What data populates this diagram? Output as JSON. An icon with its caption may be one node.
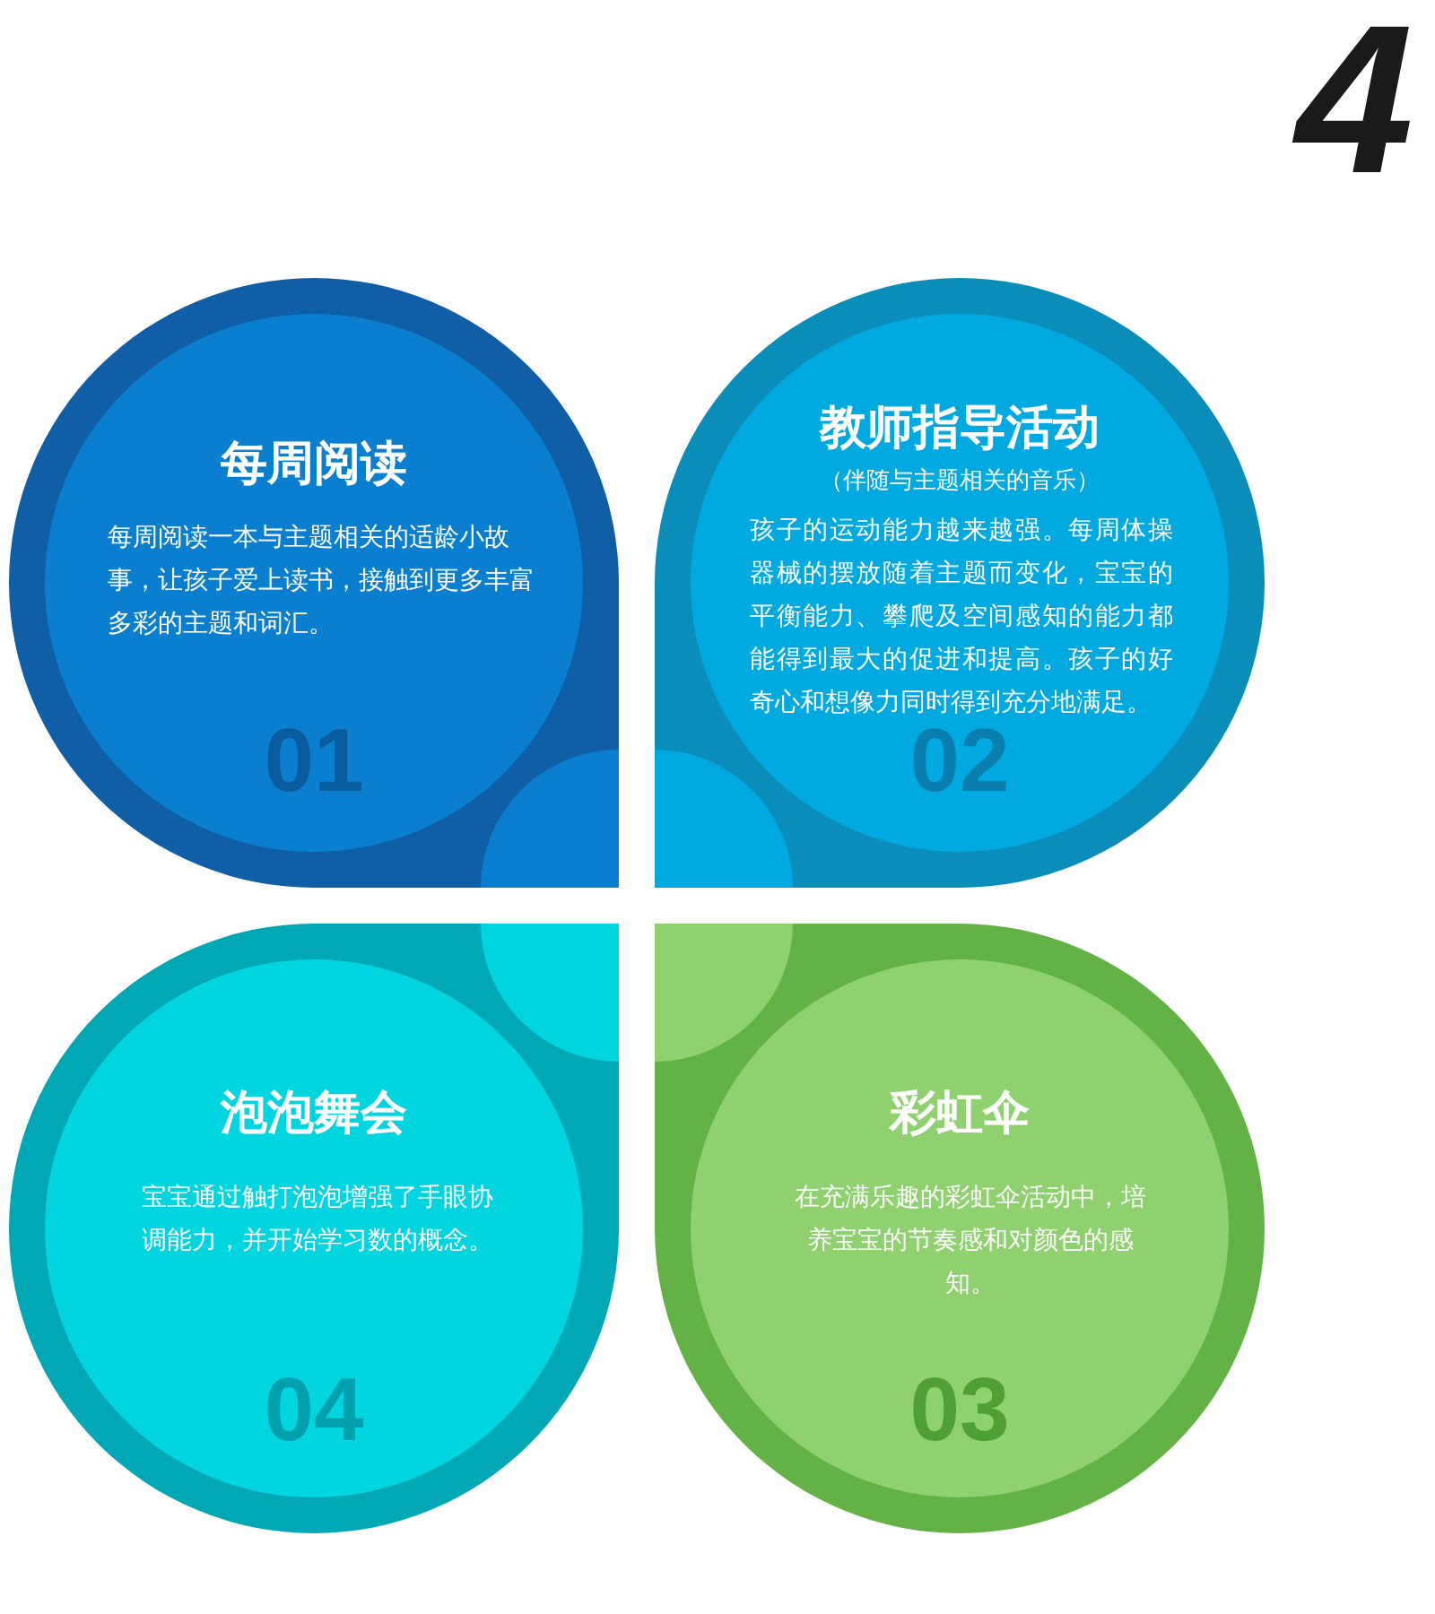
{
  "diagram": {
    "nodes": [
      {
        "text": [
          "每周阅读",
          "每周阅读一本与主题相关的适龄小故事，让孩子爱上读书，接触到更多丰富多彩的主题和词汇。",
          "01"
        ]
      },
      {
        "text": [
          "教师指导活动",
          "（伴随与主题相关的音乐）",
          "孩子的运动能力越来越强。每周体操器械的摆放随着主题而变化，宝宝的平衡能力、攀爬及空间感知的能力都能得到最大的促进和提高。孩子的好奇心和想像力同时得到充分地满足。",
          "02"
        ]
      },
      {
        "text": [
          "泡泡舞会",
          "宝宝通过触打泡泡增强了手眼协调能力，并开始学习数的概念。",
          "04"
        ]
      },
      {
        "text": [
          "彩虹伞",
          "在充满乐趣的彩虹伞活动中，培养宝宝的节奏感和对颜色的感知。",
          "03"
        ]
      }
    ],
    "labels": [
      "4"
    ]
  }
}
